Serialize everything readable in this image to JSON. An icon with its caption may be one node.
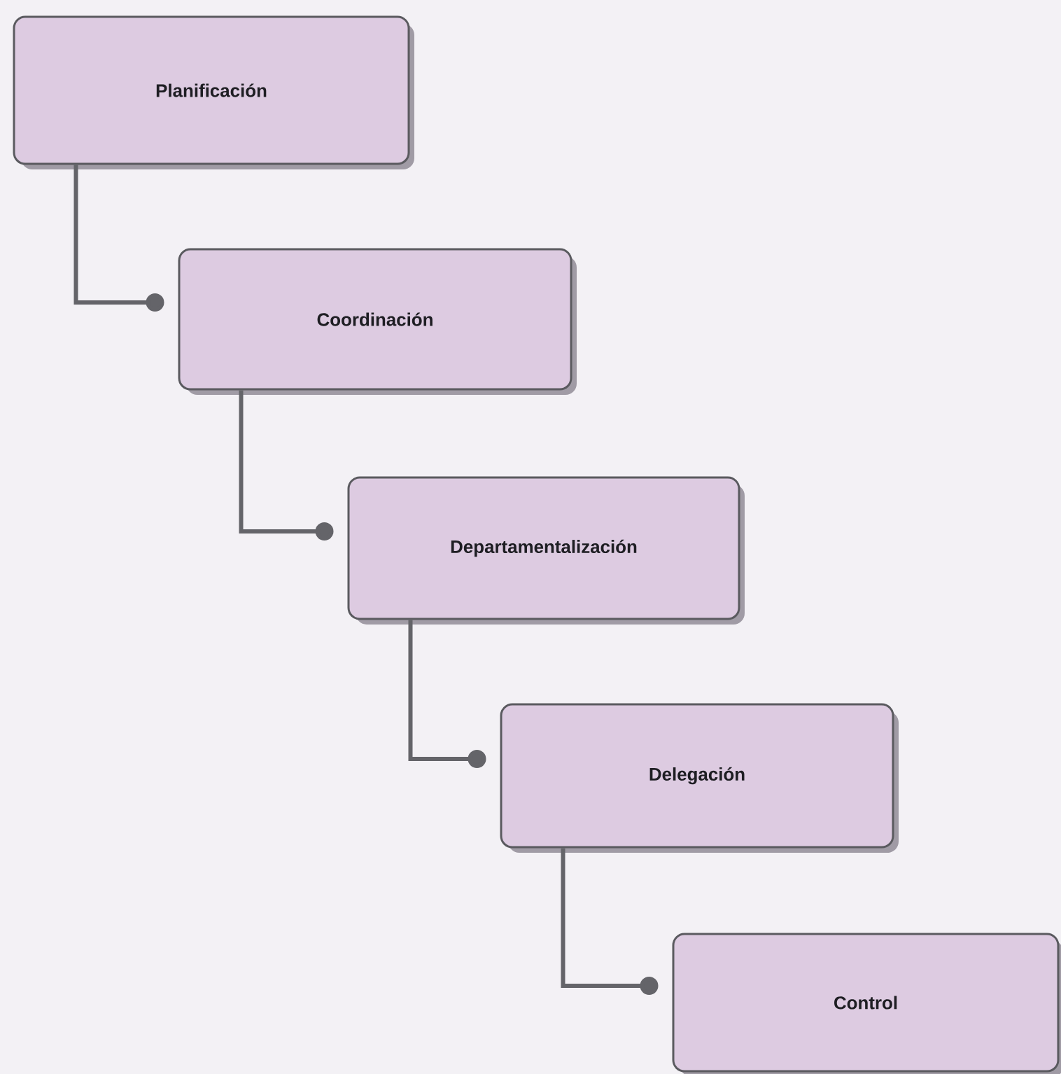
{
  "diagram": {
    "nodes": [
      {
        "text": [
          "Planificación"
        ]
      },
      {
        "text": [
          "Coordinación"
        ]
      },
      {
        "text": [
          "Departamentalización"
        ]
      },
      {
        "text": [
          "Delegación"
        ]
      },
      {
        "text": [
          "Control"
        ]
      }
    ],
    "edges": [
      {
        "from": 0,
        "to": 1,
        "arrow": "other"
      },
      {
        "from": 1,
        "to": 2,
        "arrow": "other"
      },
      {
        "from": 2,
        "to": 3,
        "arrow": "other"
      },
      {
        "from": 3,
        "to": 4,
        "arrow": "other"
      }
    ]
  }
}
